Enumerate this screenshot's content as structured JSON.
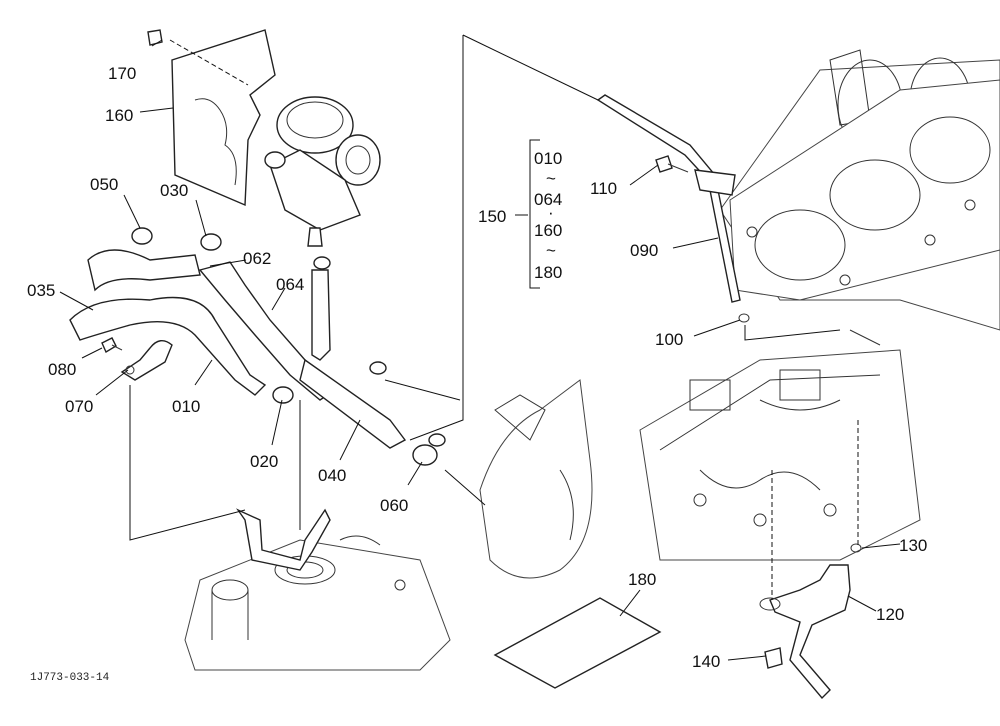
{
  "drawing_code": "1J773-033-14",
  "callouts": {
    "p170": "170",
    "p160": "160",
    "p050": "050",
    "p030": "030",
    "p062": "062",
    "p035": "035",
    "p064": "064",
    "p080": "080",
    "p070": "070",
    "p010": "010",
    "p020": "020",
    "p040": "040",
    "p060": "060",
    "p110": "110",
    "p090": "090",
    "p100": "100",
    "p130": "130",
    "p120": "120",
    "p140": "140",
    "p180": "180",
    "p150": "150"
  },
  "kit_group": {
    "range1_start": "010",
    "tilde1": "~",
    "range1_end": "064",
    "dot": "·",
    "range2_start": "160",
    "tilde2": "~",
    "range2_end": "180"
  }
}
